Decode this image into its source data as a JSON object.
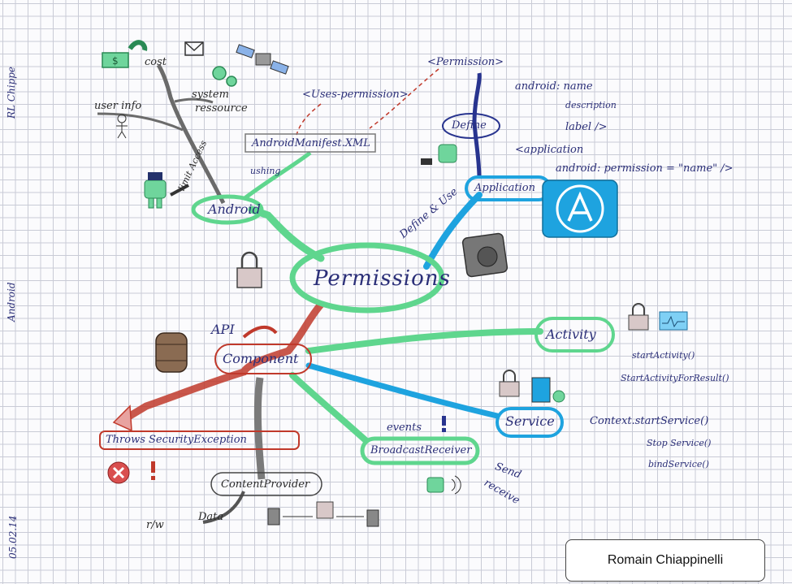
{
  "center": {
    "label": "Permissions"
  },
  "android": {
    "label": "Android",
    "manifest": "AndroidManifest.XML",
    "ushing": "ushing",
    "limit_access": "limit Access",
    "branches": {
      "cost": "cost",
      "system": "system",
      "ressource": "ressource",
      "user_info": "user info"
    }
  },
  "permission_define": {
    "permission_tag": "<Permission>",
    "uses_permission_tag": "<Uses-permission>",
    "define": "Define",
    "application": "Application",
    "define_and_use": "Define & Use",
    "attributes": [
      "android: name",
      "description",
      "label />",
      "<application",
      "android: permission = \"name\" />"
    ]
  },
  "component": {
    "label": "Component",
    "api": "API",
    "throws": "Throws SecurityException",
    "content_provider": "ContentProvider",
    "rw": "r/w",
    "data": "Data"
  },
  "activity": {
    "label": "Activity",
    "methods": [
      "startActivity()",
      "StartActivityForResult()"
    ]
  },
  "service": {
    "label": "Service",
    "methods": [
      "Context.startService()",
      "Stop Service()",
      "bindService()"
    ]
  },
  "broadcast": {
    "label": "BroadcastReceiver",
    "events": "events",
    "send": "Send",
    "receive": "receive"
  },
  "margin": {
    "top_note": "RL Chippe",
    "middle_note": "Android",
    "date": "05.02.14"
  },
  "author": "Romain Chiappinelli",
  "colors": {
    "green": "#5fd68e",
    "blue": "#1ea3df",
    "red": "#c0392b",
    "gray": "#7a7a7a",
    "ink": "#2b2f78"
  },
  "icons": [
    "dollar-bill-icon",
    "envelope-icon",
    "arrow-icon",
    "gears-icon",
    "satellite-icon",
    "police-android-icon",
    "user-icon",
    "padlock-icon",
    "barrel-icon",
    "vault-icon",
    "app-store-icon",
    "error-icon",
    "exclamation-icon",
    "database-icon",
    "android-icon",
    "chart-icon",
    "battery-icon"
  ]
}
